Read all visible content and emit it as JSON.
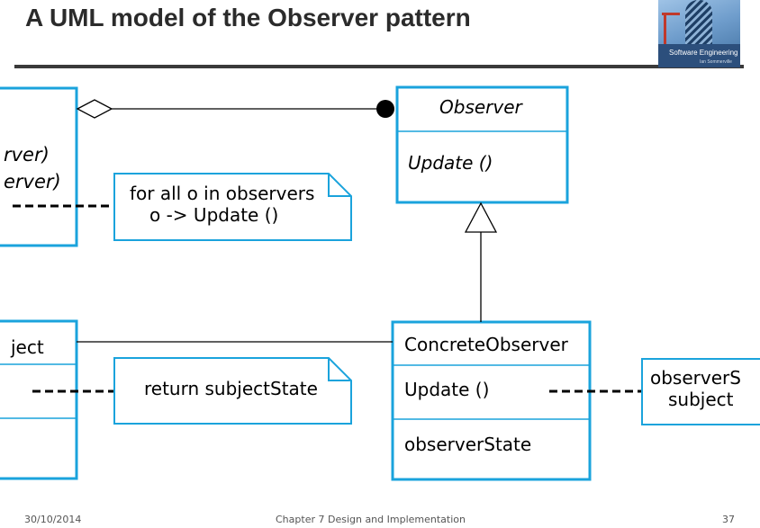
{
  "slide": {
    "title": "A UML model of the Observer pattern",
    "logo_text": "Software Engineering",
    "logo_subtext": "Ian Sommerville"
  },
  "diagram": {
    "subject_class": {
      "partial_op1": "rver)",
      "partial_op2": "erver)"
    },
    "concrete_subject_class": {
      "partial_name": "ject"
    },
    "observer_class": {
      "name": "Observer",
      "operation": "Update ()"
    },
    "concrete_observer_class": {
      "name": "ConcreteObserver",
      "operation": "Update ()",
      "attribute": "observerState"
    },
    "note_notify": {
      "line1": "for all o in observers",
      "line2": "o -> Update ()"
    },
    "note_getstate": {
      "line1": "return subjectState"
    },
    "note_update": {
      "line1": "observerS",
      "line2": "subject"
    },
    "colors": {
      "class_border": "#1aa3dc",
      "line": "#000000"
    }
  },
  "footer": {
    "date": "30/10/2014",
    "chapter": "Chapter 7 Design and Implementation",
    "page": "37"
  }
}
